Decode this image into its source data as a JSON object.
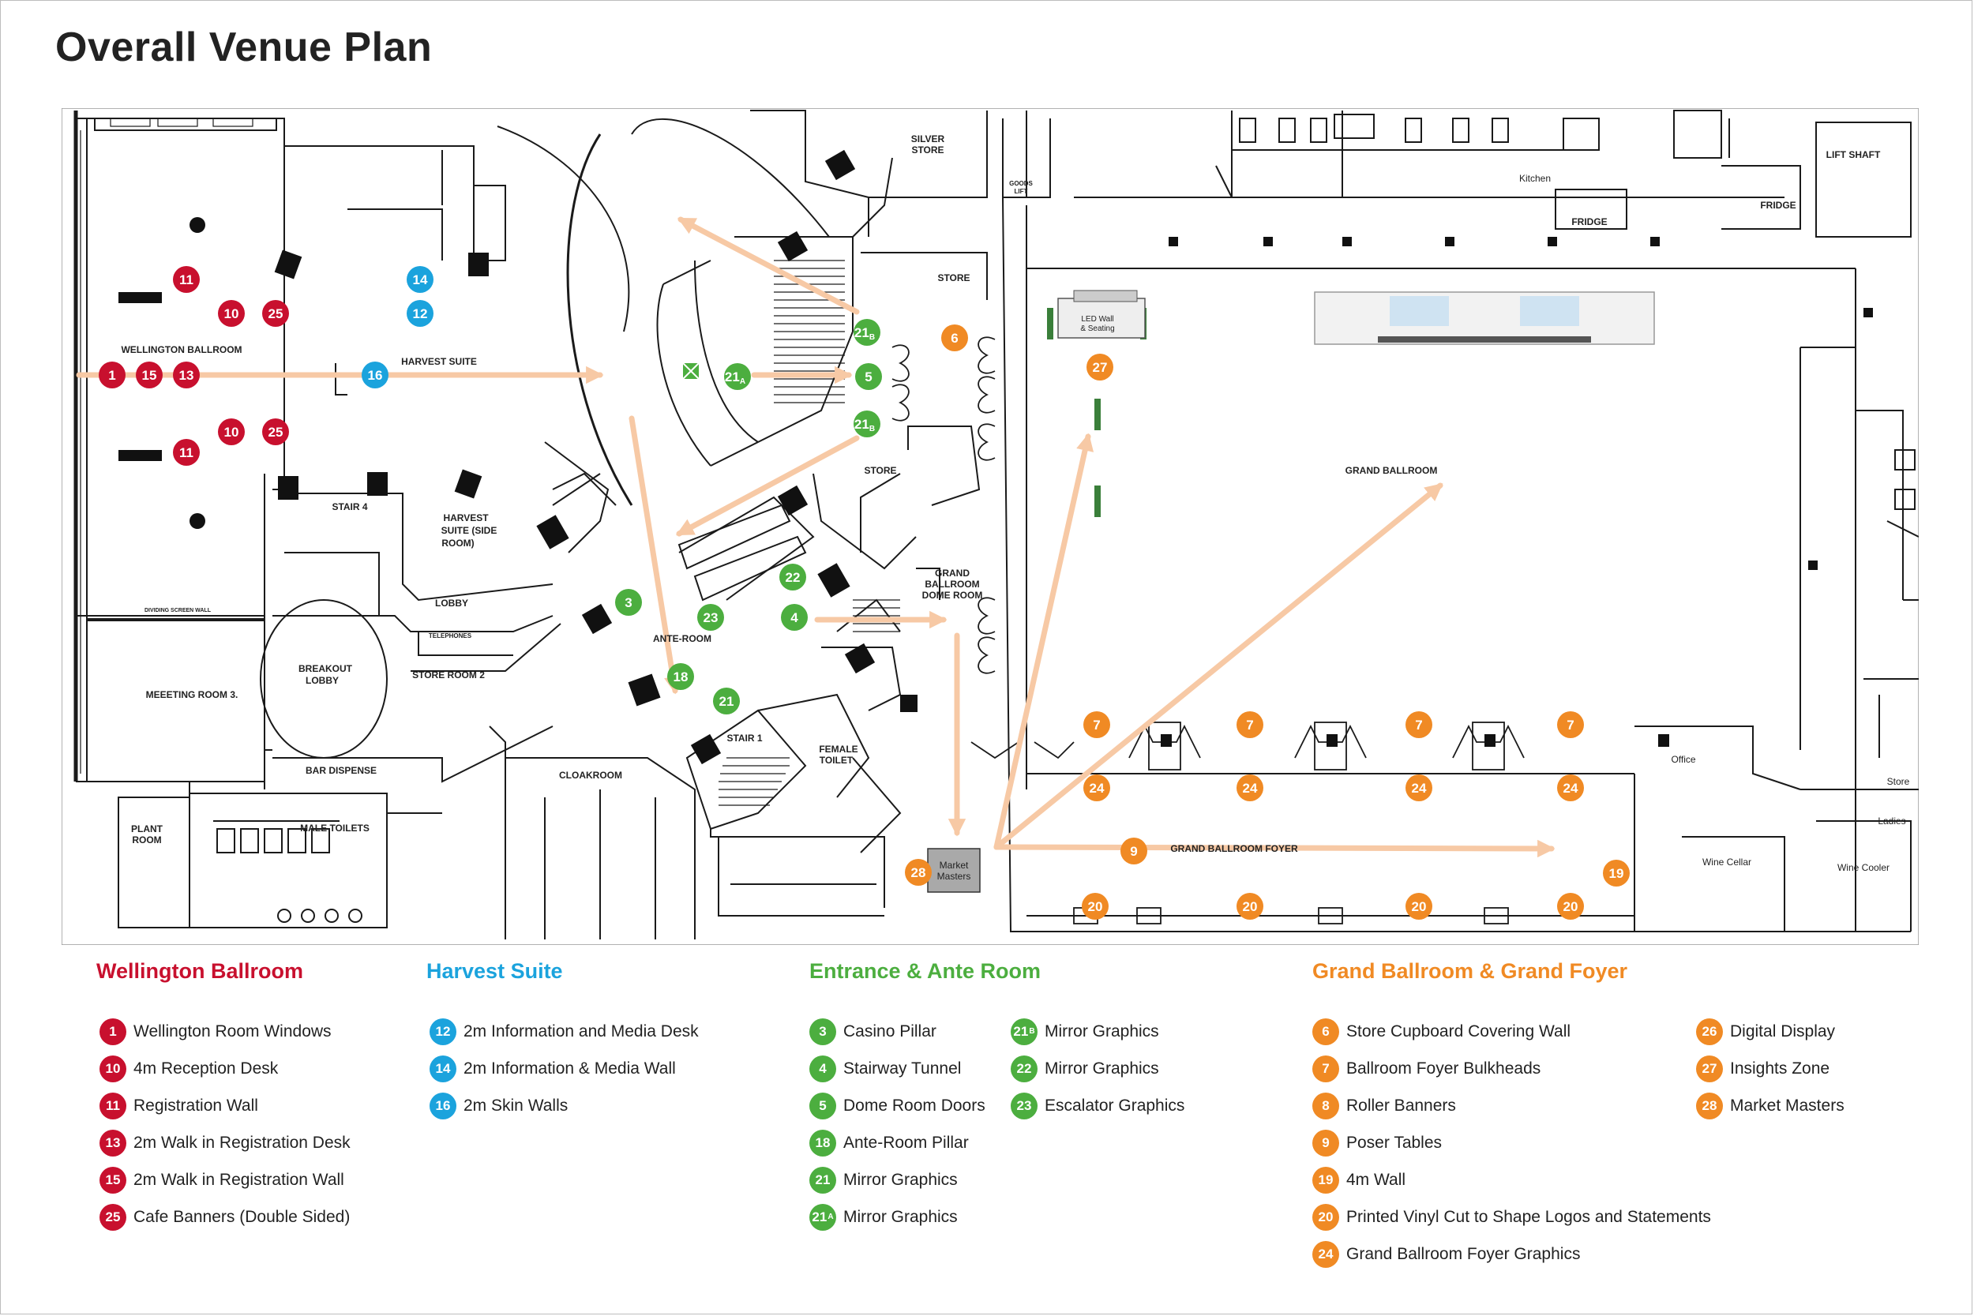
{
  "page": {
    "title": "Overall Venue Plan"
  },
  "colors": {
    "wellington": "#c8102e",
    "harvest": "#1ba3dd",
    "entrance": "#4cae3f",
    "ballroom": "#f08a24",
    "arrow": "#f7c9a5",
    "line": "#1a1a1a"
  },
  "rooms": {
    "wellington": "WELLINGTON BALLROOM",
    "harvest": "HARVEST SUITE",
    "harvest_side_1": "HARVEST",
    "harvest_side_2": "SUITE (SIDE",
    "harvest_side_3": "ROOM)",
    "stair4": "STAIR 4",
    "lobby": "LOBBY",
    "telephones": "TELEPHONES",
    "breakout_1": "BREAKOUT",
    "breakout_2": "LOBBY",
    "store_room_2": "STORE ROOM 2",
    "meeting_room": "MEEETING ROOM 3.",
    "bar_dispense": "BAR DISPENSE",
    "plant_room_1": "PLANT",
    "plant_room_2": "ROOM",
    "male_toilets": "MALE TOILETS",
    "cloakroom": "CLOAKROOM",
    "stair1": "STAIR 1",
    "female_toilet_1": "FEMALE",
    "female_toilet_2": "TOILET",
    "ante_room": "ANTE-ROOM",
    "dome_room_1": "GRAND",
    "dome_room_2": "BALLROOM",
    "dome_room_3": "DOME ROOM",
    "store_upper": "STORE",
    "store_lower": "STORE",
    "silver_store_1": "SILVER",
    "silver_store_2": "STORE",
    "goods_lift_1": "GOODS",
    "goods_lift_2": "LIFT",
    "led_wall_1": "LED Wall",
    "led_wall_2": "& Seating",
    "kitchen": "Kitchen",
    "fridge_1": "FRIDGE",
    "fridge_2": "FRIDGE",
    "lift_shaft": "LIFT SHAFT",
    "grand_ballroom": "GRAND BALLROOM",
    "grand_ballroom_foyer": "GRAND BALLROOM FOYER",
    "office": "Office",
    "store_right": "Store",
    "ladies": "Ladies",
    "wine_cellar": "Wine Cellar",
    "wine_cooler": "Wine Cooler",
    "market_masters_1": "Market",
    "market_masters_2": "Masters",
    "dividing_wall": "DIVIDING SCREEN WALL"
  },
  "markers": [
    {
      "id": "1",
      "group": "wellington"
    },
    {
      "id": "15",
      "group": "wellington"
    },
    {
      "id": "13",
      "group": "wellington"
    },
    {
      "id": "11",
      "group": "wellington"
    },
    {
      "id": "11",
      "group": "wellington"
    },
    {
      "id": "10",
      "group": "wellington"
    },
    {
      "id": "10",
      "group": "wellington"
    },
    {
      "id": "25",
      "group": "wellington"
    },
    {
      "id": "25",
      "group": "wellington"
    },
    {
      "id": "14",
      "group": "harvest"
    },
    {
      "id": "12",
      "group": "harvest"
    },
    {
      "id": "16",
      "group": "harvest"
    },
    {
      "id": "21B",
      "group": "entrance"
    },
    {
      "id": "5",
      "group": "entrance"
    },
    {
      "id": "21B",
      "group": "entrance"
    },
    {
      "id": "21A",
      "group": "entrance"
    },
    {
      "id": "3",
      "group": "entrance"
    },
    {
      "id": "22",
      "group": "entrance"
    },
    {
      "id": "23",
      "group": "entrance"
    },
    {
      "id": "4",
      "group": "entrance"
    },
    {
      "id": "18",
      "group": "entrance"
    },
    {
      "id": "21",
      "group": "entrance"
    },
    {
      "id": "6",
      "group": "ballroom"
    },
    {
      "id": "27",
      "group": "ballroom"
    },
    {
      "id": "7",
      "group": "ballroom"
    },
    {
      "id": "7",
      "group": "ballroom"
    },
    {
      "id": "7",
      "group": "ballroom"
    },
    {
      "id": "7",
      "group": "ballroom"
    },
    {
      "id": "24",
      "group": "ballroom"
    },
    {
      "id": "24",
      "group": "ballroom"
    },
    {
      "id": "24",
      "group": "ballroom"
    },
    {
      "id": "24",
      "group": "ballroom"
    },
    {
      "id": "9",
      "group": "ballroom"
    },
    {
      "id": "28",
      "group": "ballroom"
    },
    {
      "id": "19",
      "group": "ballroom"
    },
    {
      "id": "20",
      "group": "ballroom"
    },
    {
      "id": "20",
      "group": "ballroom"
    },
    {
      "id": "20",
      "group": "ballroom"
    },
    {
      "id": "20",
      "group": "ballroom"
    }
  ],
  "legend": {
    "wellington": {
      "title": "Wellington Ballroom",
      "items": [
        {
          "num": "1",
          "label": "Wellington Room Windows"
        },
        {
          "num": "10",
          "label": "4m Reception Desk"
        },
        {
          "num": "11",
          "label": "Registration Wall"
        },
        {
          "num": "13",
          "label": "2m Walk in Registration Desk"
        },
        {
          "num": "15",
          "label": "2m Walk in Registration Wall"
        },
        {
          "num": "25",
          "label": "Cafe Banners (Double Sided)"
        }
      ]
    },
    "harvest": {
      "title": "Harvest Suite",
      "items": [
        {
          "num": "12",
          "label": "2m Information and Media Desk"
        },
        {
          "num": "14",
          "label": "2m Information & Media Wall"
        },
        {
          "num": "16",
          "label": "2m Skin Walls"
        }
      ]
    },
    "entrance": {
      "title": "Entrance & Ante Room",
      "items_a": [
        {
          "num": "3",
          "label": "Casino Pillar"
        },
        {
          "num": "4",
          "label": "Stairway Tunnel"
        },
        {
          "num": "5",
          "label": "Dome Room Doors"
        },
        {
          "num": "18",
          "label": "Ante-Room Pillar"
        },
        {
          "num": "21",
          "label": "Mirror Graphics"
        },
        {
          "num": "21A",
          "label": "Mirror Graphics"
        }
      ],
      "items_b": [
        {
          "num": "21B",
          "label": "Mirror Graphics"
        },
        {
          "num": "22",
          "label": "Mirror Graphics"
        },
        {
          "num": "23",
          "label": "Escalator Graphics"
        }
      ]
    },
    "ballroom": {
      "title": "Grand Ballroom & Grand Foyer",
      "items_a": [
        {
          "num": "6",
          "label": "Store Cupboard Covering Wall"
        },
        {
          "num": "7",
          "label": "Ballroom Foyer Bulkheads"
        },
        {
          "num": "8",
          "label": "Roller Banners"
        },
        {
          "num": "9",
          "label": "Poser Tables"
        },
        {
          "num": "19",
          "label": "4m Wall"
        },
        {
          "num": "20",
          "label": "Printed Vinyl Cut to Shape Logos and Statements"
        },
        {
          "num": "24",
          "label": "Grand Ballroom Foyer Graphics"
        }
      ],
      "items_b": [
        {
          "num": "26",
          "label": "Digital Display"
        },
        {
          "num": "27",
          "label": "Insights Zone"
        },
        {
          "num": "28",
          "label": "Market Masters"
        }
      ]
    }
  }
}
